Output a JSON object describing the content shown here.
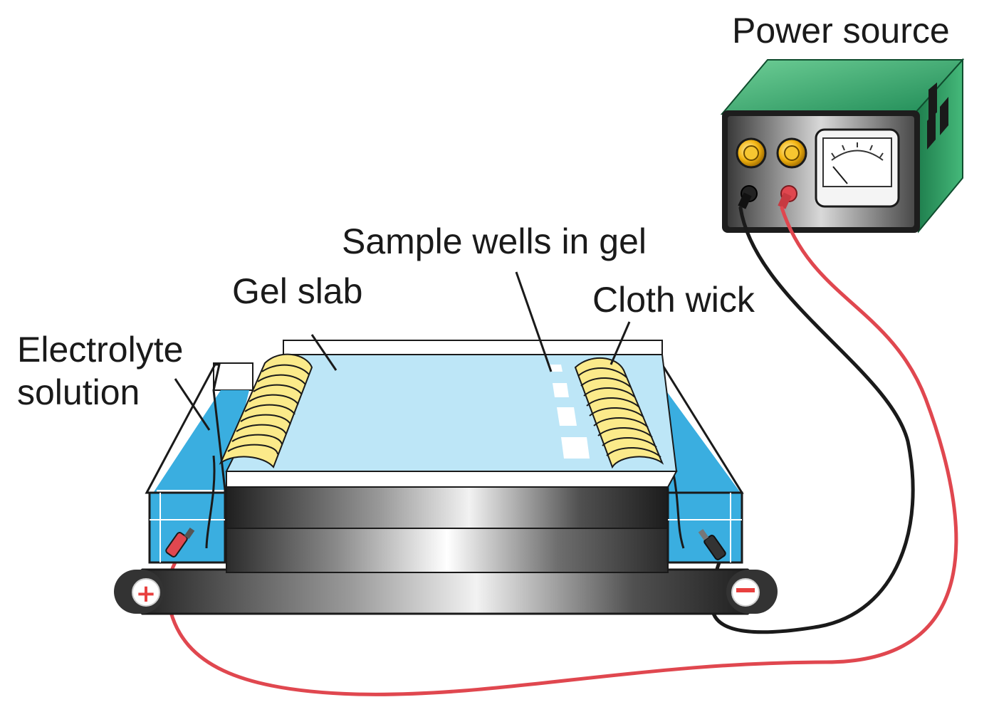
{
  "labels": {
    "power_source": "Power source",
    "sample_wells": "Sample wells in gel",
    "gel_slab": "Gel slab",
    "cloth_wick": "Cloth wick",
    "electrolyte_line1": "Electrolyte",
    "electrolyte_line2": "solution"
  },
  "terminals": {
    "positive": "+",
    "negative": "−"
  },
  "colors": {
    "gel": "#bde6f7",
    "electrolyte": "#3aaee0",
    "wick": "#fbea8a",
    "power_box": "#2aa06a",
    "red_wire": "#e0474f",
    "black_wire": "#1a1a1a",
    "knob": "#f3b411"
  }
}
